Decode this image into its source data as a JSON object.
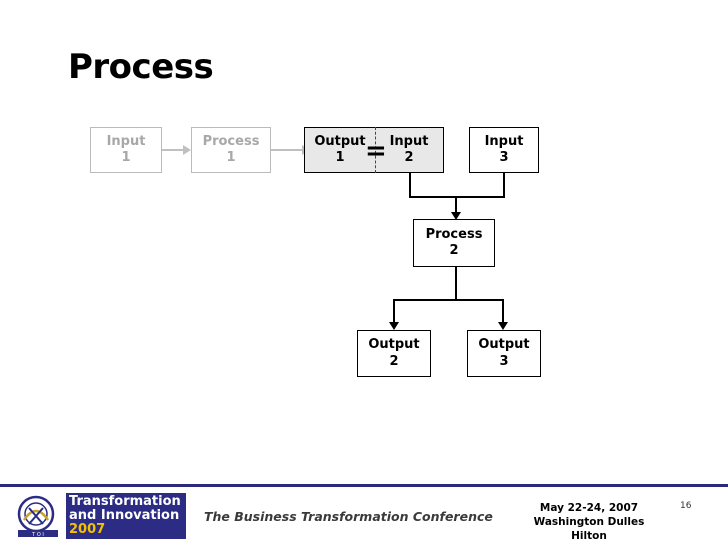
{
  "slide": {
    "title": "Process",
    "page_number": "16"
  },
  "diagram": {
    "nodes": [
      {
        "id": "input1",
        "line1": "Input",
        "line2": "1",
        "style": "gray"
      },
      {
        "id": "process1",
        "line1": "Process",
        "line2": "1",
        "style": "gray"
      },
      {
        "id": "output1",
        "line1": "Output",
        "line2": "1",
        "style": "shaded"
      },
      {
        "id": "input2",
        "line1": "Input",
        "line2": "2",
        "style": "shaded"
      },
      {
        "id": "input3",
        "line1": "Input",
        "line2": "3",
        "style": "plain"
      },
      {
        "id": "process2",
        "line1": "Process",
        "line2": "2",
        "style": "plain"
      },
      {
        "id": "output2",
        "line1": "Output",
        "line2": "2",
        "style": "plain"
      },
      {
        "id": "output3",
        "line1": "Output",
        "line2": "3",
        "style": "plain"
      }
    ],
    "equals_symbol": "="
  },
  "footer": {
    "logo_line1": "Transformation",
    "logo_line2": "and Innovation",
    "logo_line3": "2007",
    "conference": "The Business Transformation Conference",
    "date_line1": "May 22-24, 2007",
    "date_line2": "Washington Dulles Hilton"
  },
  "colors": {
    "accent": "#2c2c84",
    "logo_year": "#f2c200",
    "shaded_box": "#e8e8e8",
    "gray_box_border": "#bbbbbb",
    "gray_box_text": "#a8a8a8"
  }
}
